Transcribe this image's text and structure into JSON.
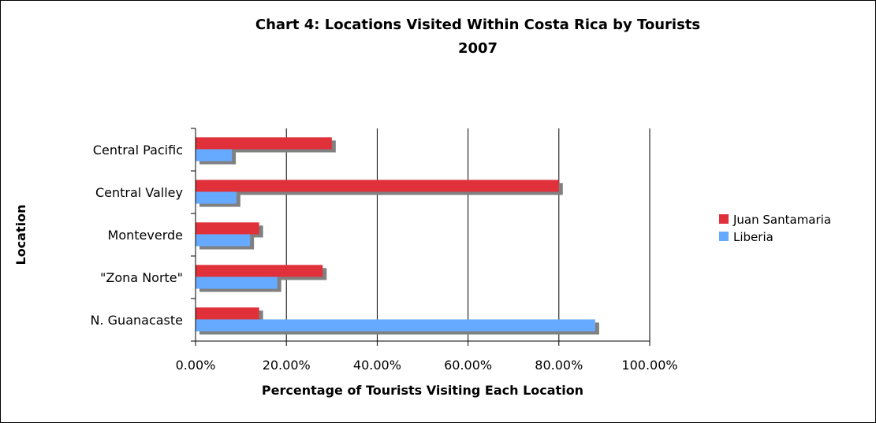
{
  "chart_data": {
    "type": "bar",
    "orientation": "horizontal",
    "title": [
      "Chart 4:  Locations Visited Within Costa Rica by Tourists",
      "2007"
    ],
    "xlabel": "Percentage of Tourists Visiting Each Location",
    "ylabel": "Location",
    "categories": [
      "Central Pacific",
      "Central Valley",
      "Monteverde",
      "\"Zona Norte\"",
      "N. Guanacaste"
    ],
    "xlim": [
      0,
      100
    ],
    "xticks": [
      "0.00%",
      "20.00%",
      "40.00%",
      "60.00%",
      "80.00%",
      "100.00%"
    ],
    "grid": "vertical",
    "legend": "right",
    "series": [
      {
        "name": "Juan Santamaria",
        "color": "#e0303a",
        "values": [
          30,
          80,
          14,
          28,
          14
        ]
      },
      {
        "name": "Liberia",
        "color": "#66aaff",
        "values": [
          8,
          9,
          12,
          18,
          88
        ]
      }
    ],
    "shadow_color": "#808080"
  }
}
